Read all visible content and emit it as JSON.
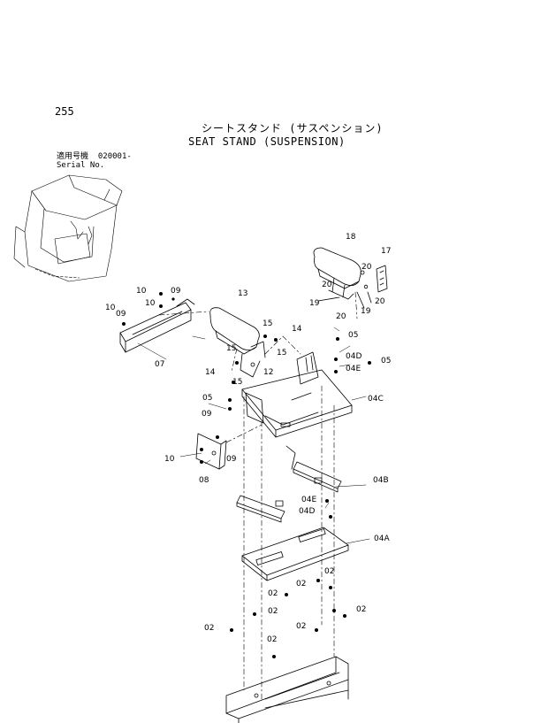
{
  "page_number": "255",
  "title_jp": "シートスタンド (サスペンション)",
  "title_en": "SEAT STAND (SUSPENSION)",
  "serial": {
    "jp_label": "適用号機",
    "value": "020001-",
    "en_label": "Serial No."
  },
  "callouts": {
    "c18": "18",
    "c17": "17",
    "c20a": "20",
    "c20b": "20",
    "c20c": "20",
    "c20d": "20",
    "c19a": "19",
    "c19b": "19",
    "c13": "13",
    "c10a": "10",
    "c09a": "09",
    "c10b": "10",
    "c10c": "10",
    "c09b": "09",
    "c07": "07",
    "c15a": "15",
    "c14a": "14",
    "c15b": "15",
    "c15c": "15",
    "c14b": "14",
    "c12": "12",
    "c15d": "15",
    "c05a": "05",
    "c04D1": "04D",
    "c04E1": "04E",
    "c05b": "05",
    "c05c": "05",
    "c04C": "04C",
    "c09c": "09",
    "c10d": "10",
    "c09d": "09",
    "c08": "08",
    "c04B": "04B",
    "c04E2": "04E",
    "c04D2": "04D",
    "c04A": "04A",
    "c02a": "02",
    "c02b": "02",
    "c02c": "02",
    "c02d": "02",
    "c02e": "02",
    "c02f": "02",
    "c02g": "02",
    "c02h": "02"
  }
}
